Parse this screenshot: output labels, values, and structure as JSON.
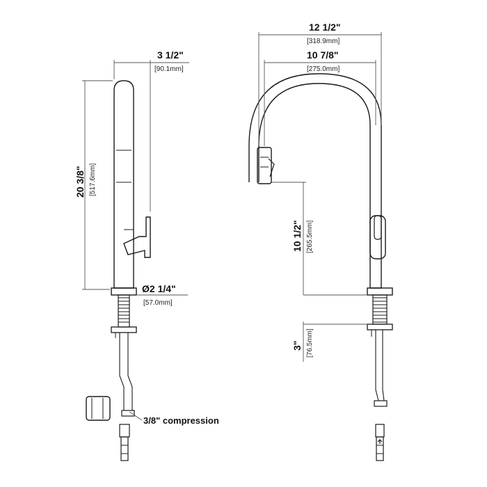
{
  "side_view": {
    "top_width": {
      "imperial": "3 1/2\"",
      "metric": "[90.1mm]"
    },
    "height": {
      "imperial": "20 3/8\"",
      "metric": "[517.6mm]"
    },
    "base_diameter": {
      "imperial": "Ø2 1/4\"",
      "metric": "[57.0mm]"
    },
    "compression_label": "3/8\" compression"
  },
  "front_view": {
    "overall_reach": {
      "imperial": "12 1/2\"",
      "metric": "[318.9mm]"
    },
    "spout_reach": {
      "imperial": "10 7/8\"",
      "metric": "[275.0mm]"
    },
    "spout_height": {
      "imperial": "10 1/2\"",
      "metric": "[265.5mm]"
    },
    "shank_height": {
      "imperial": "3\"",
      "metric": "[76.5mm]"
    }
  }
}
